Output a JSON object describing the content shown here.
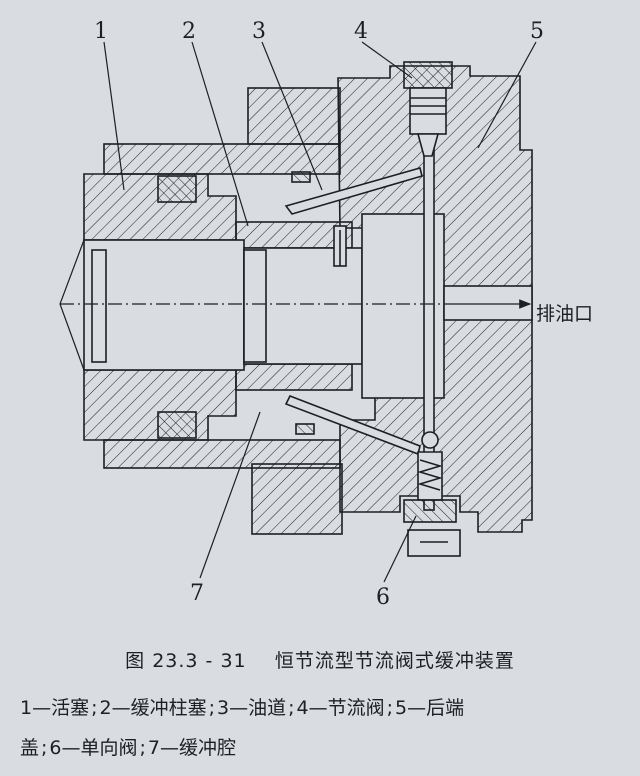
{
  "figure": {
    "callouts": [
      "1",
      "2",
      "3",
      "4",
      "5",
      "6",
      "7"
    ],
    "outlet_label": "排油口"
  },
  "caption": {
    "number": "图 23.3 - 31",
    "title": "恒节流型节流阀式缓冲装置"
  },
  "legend": {
    "line1": [
      "1—活塞",
      "2—缓冲柱塞",
      "3—油道",
      "4—节流阀",
      "5—后端"
    ],
    "line2": [
      "盖",
      "6—单向阀",
      "7—缓冲腔"
    ]
  },
  "colors": {
    "line": "#1d1f22",
    "paper": "#d9dce0"
  }
}
